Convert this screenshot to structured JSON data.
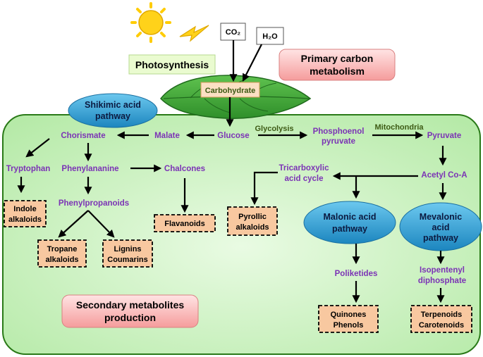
{
  "labels": {
    "photosynthesis": "Photosynthesis",
    "primary_l1": "Primary carbon",
    "primary_l2": "metabolism",
    "co2": "CO₂",
    "h2o": "H₂O",
    "carbohydrate": "Carbohydrate",
    "shikimic_l1": "Shikimic acid",
    "shikimic_l2": "pathway",
    "chorismate": "Chorismate",
    "malate": "Malate",
    "glucose": "Glucose",
    "glycolysis": "Glycolysis",
    "pep_l1": "Phosphoenol",
    "pep_l2": "pyruvate",
    "mitochondria": "Mitochondria",
    "pyruvate": "Pyruvate",
    "tryptophan": "Tryptophan",
    "phenylalanine": "Phenylananine",
    "chalcones": "Chalcones",
    "tca_l1": "Tricarboxylic",
    "tca_l2": "acid cycle",
    "acetylcoa": "Acetyl Co-A",
    "indole_l1": "Indole",
    "indole_l2": "alkaloids",
    "phenylpropanoids": "Phenylpropanoids",
    "flavanoids": "Flavanoids",
    "pyrollic_l1": "Pyrollic",
    "pyrollic_l2": "alkaloids",
    "malonic_l1": "Malonic acid",
    "malonic_l2": "pathway",
    "mevalonic_l1": "Mevalonic",
    "mevalonic_l2": "acid",
    "mevalonic_l3": "pathway",
    "tropane_l1": "Tropane",
    "tropane_l2": "alkaloids",
    "lignins_l1": "Lignins",
    "lignins_l2": "Coumarins",
    "poliketides": "Poliketides",
    "isopentenyl_l1": "Isopentenyl",
    "isopentenyl_l2": "diphosphate",
    "secondary_l1": "Secondary metabolites",
    "secondary_l2": "production",
    "quinones_l1": "Quinones",
    "quinones_l2": "Phenols",
    "terpenoids_l1": "Terpenoids",
    "terpenoids_l2": "Carotenoids"
  },
  "colors": {
    "background_panel": "#c9f2c0",
    "panel_border": "#2a7a18",
    "leaf": "#3ca33a",
    "sun": "#ffd21a",
    "ellipse": "#2b9fd4",
    "product_box": "#f8c8a0",
    "purple_text": "#7b33b5",
    "pink_box": "#f8b4b4",
    "photosynthesis_box": "#eafbd0"
  }
}
